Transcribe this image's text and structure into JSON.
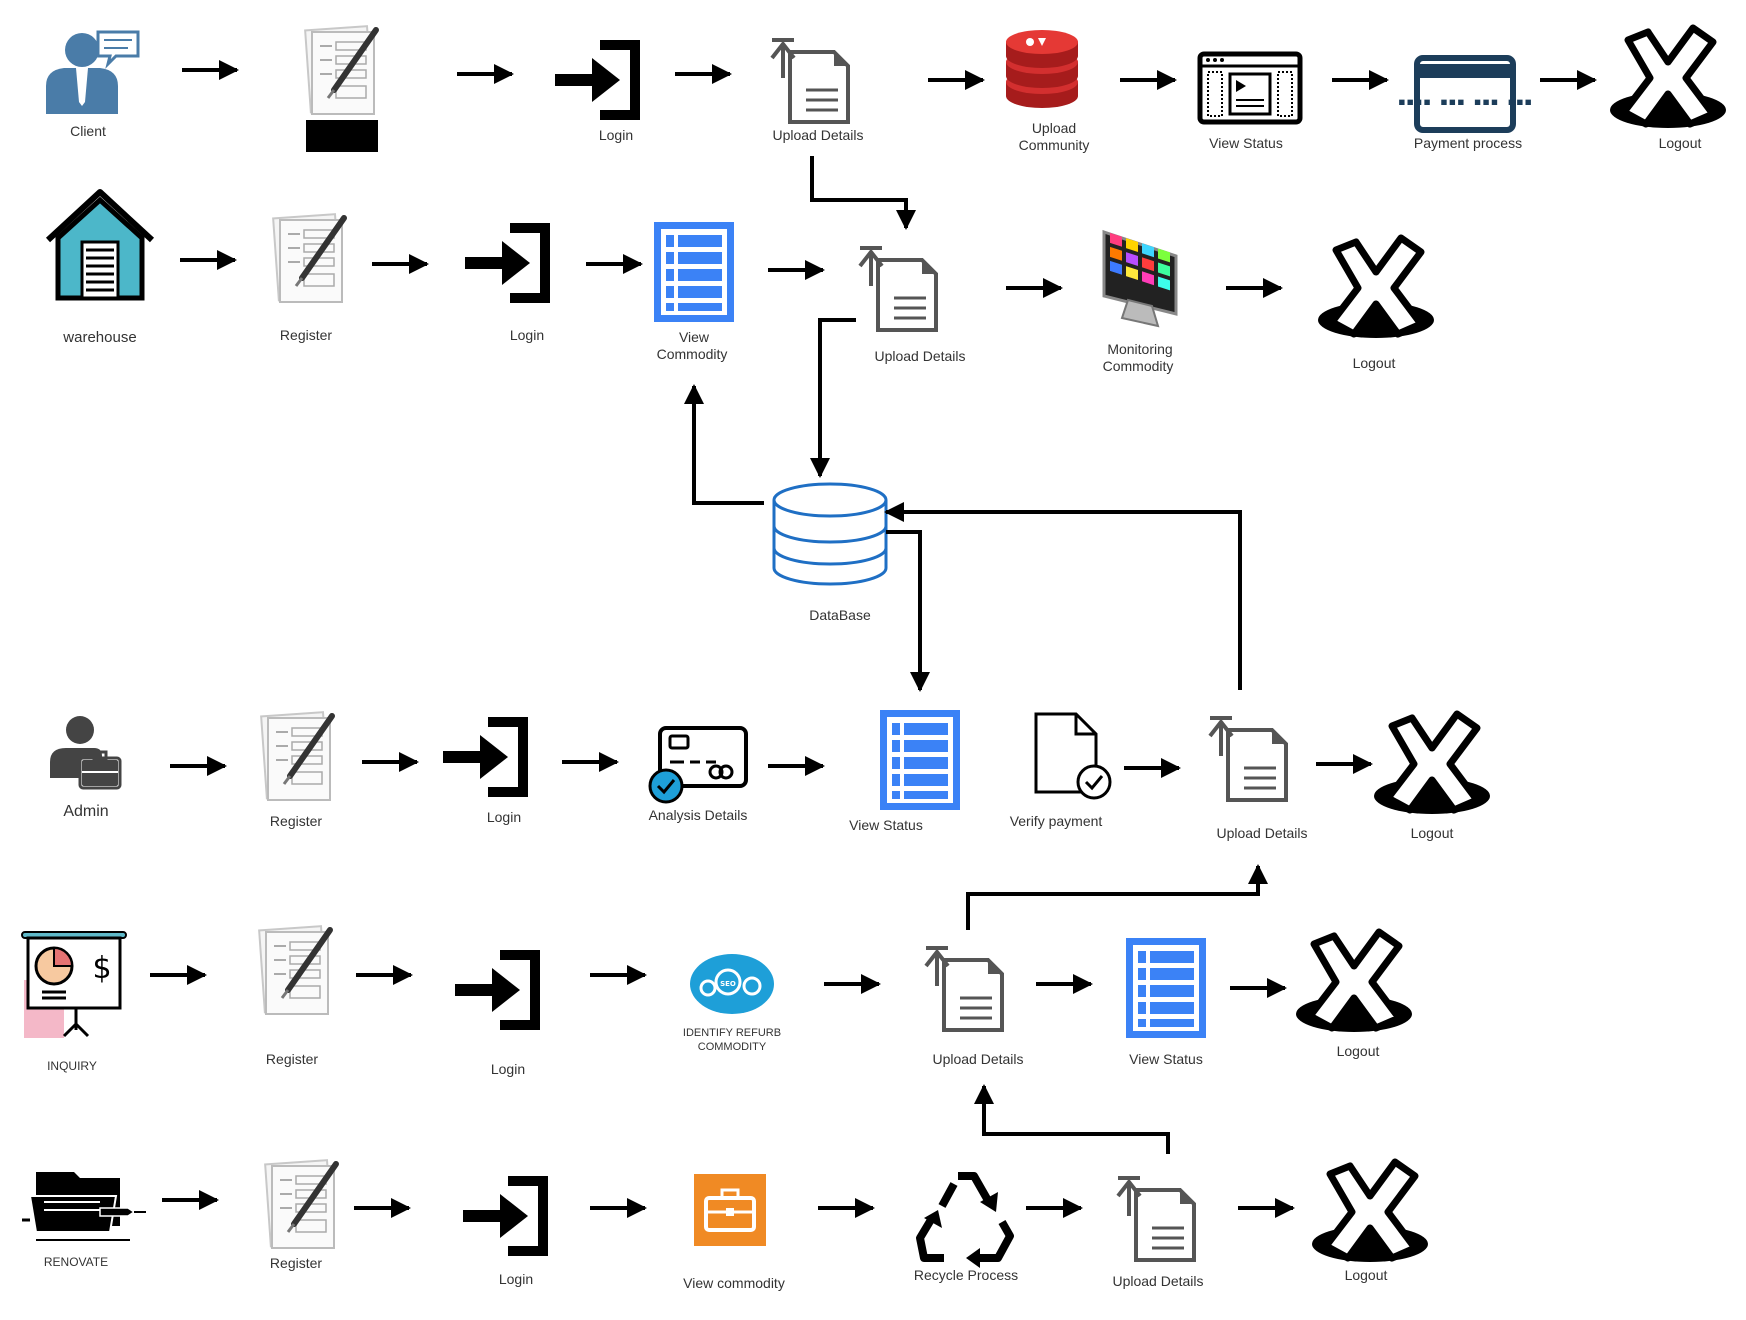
{
  "colors": {
    "line": "#000000",
    "blue_icon": "#3b82f6",
    "db_stroke": "#1f6fc4",
    "client_blue": "#4a7ca8",
    "red_stack": "#d32f2f",
    "orange_case": "#f08a24",
    "gear_blue": "#1e9fd8",
    "pink_block": "#f4b8c8"
  },
  "rows": {
    "client": {
      "actor": "Client",
      "login": "Login",
      "upload_details": "Upload Details",
      "upload_community": [
        "Upload",
        "Community"
      ],
      "view_status": "View Status",
      "payment": "Payment process",
      "logout": "Logout"
    },
    "warehouse": {
      "actor": "warehouse",
      "register": "Register",
      "login": "Login",
      "view_commodity": [
        "View",
        "Commodity"
      ],
      "upload_details": "Upload Details",
      "monitoring": [
        "Monitoring",
        "Commodity"
      ],
      "logout": "Logout"
    },
    "database": {
      "label": "DataBase"
    },
    "admin": {
      "actor": "Admin",
      "register": "Register",
      "login": "Login",
      "analysis": "Analysis Details",
      "view_status": "View Status",
      "verify_payment": "Verify payment",
      "upload_details": "Upload Details",
      "logout": "Logout"
    },
    "inquiry": {
      "actor": "INQUIRY",
      "register": "Register",
      "login": "Login",
      "identify": [
        "IDENTIFY REFURB",
        "COMMODITY"
      ],
      "upload_details": "Upload Details",
      "view_status": "View Status",
      "logout": "Logout"
    },
    "renovate": {
      "actor": "RENOVATE",
      "register": "Register",
      "login": "Login",
      "view_commodity": "View commodity",
      "recycle": "Recycle Process",
      "upload_details": "Upload Details",
      "logout": "Logout"
    }
  }
}
